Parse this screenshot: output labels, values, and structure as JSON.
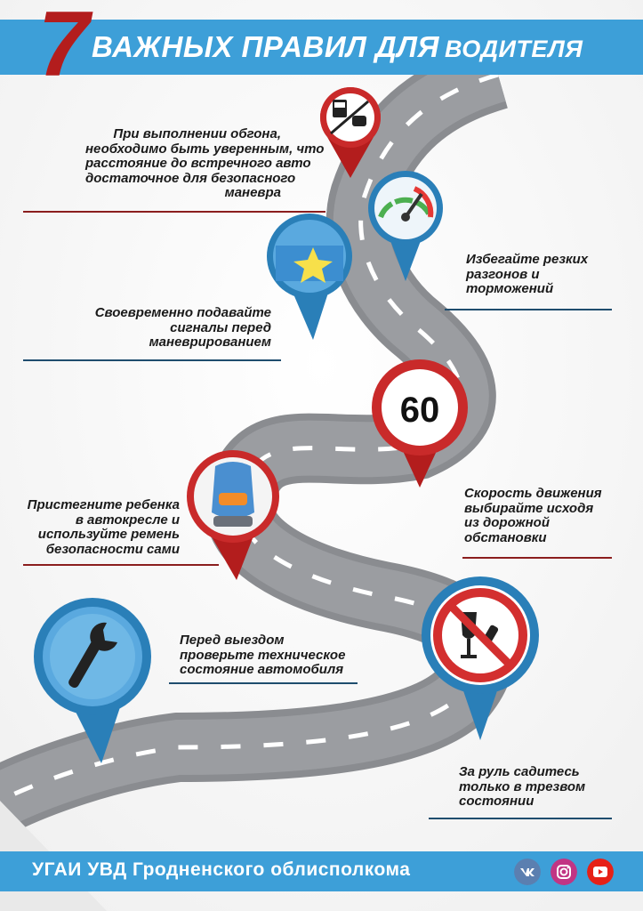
{
  "header": {
    "number": "7",
    "title_main": "ВАЖНЫХ ПРАВИЛ ДЛЯ",
    "title_tail": "ВОДИТЕЛЯ"
  },
  "rules": [
    {
      "id": "overtake",
      "lines": [
        "При выполнении обгона,",
        "необходимо быть уверенным, что",
        "расстояние до встречного авто",
        "достаточное для безопасного",
        "маневра"
      ],
      "icon": "overtaking-sign-icon"
    },
    {
      "id": "smooth",
      "lines": [
        "Избегайте резких",
        "разгонов и",
        "торможений"
      ],
      "icon": "speedometer-icon"
    },
    {
      "id": "signals",
      "lines": [
        "Своевременно подавайте",
        "сигналы перед",
        "маневрированием"
      ],
      "icon": "turn-signal-icon"
    },
    {
      "id": "speed",
      "lines": [
        "Скорость движения",
        "выбирайте исходя",
        "из дорожной",
        "обстановки"
      ],
      "icon": "speed-limit-sign-icon",
      "sign_value": "60"
    },
    {
      "id": "child",
      "lines": [
        "Пристегните ребенка",
        "в автокресле и",
        "используйте ремень",
        "безопасности сами"
      ],
      "icon": "child-seat-icon"
    },
    {
      "id": "tech",
      "lines": [
        "Перед выездом",
        "проверьте техническое",
        "состояние автомобиля"
      ],
      "icon": "wrench-icon"
    },
    {
      "id": "sober",
      "lines": [
        "За руль садитесь",
        "только в трезвом",
        "состоянии"
      ],
      "icon": "no-drink-driving-icon"
    }
  ],
  "footer": {
    "text": "УГАИ УВД Гродненского облисполкома",
    "social": [
      "vk-icon",
      "instagram-icon",
      "youtube-icon"
    ]
  },
  "colors": {
    "brand_blue": "#3d9fd8",
    "accent_red": "#b31d1d",
    "road_gray": "#8a8c90",
    "leader_dark": "#1f4d6e"
  }
}
